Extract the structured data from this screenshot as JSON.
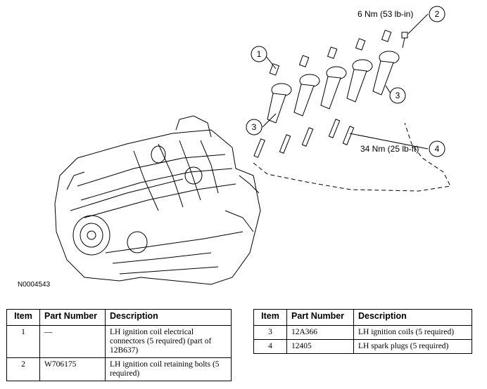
{
  "figure": {
    "id": "N0004543",
    "callouts": [
      {
        "number": "1",
        "label": ""
      },
      {
        "number": "2",
        "label": "6 Nm (53 lb-in)"
      },
      {
        "number": "3",
        "label": ""
      },
      {
        "number": "3",
        "label": ""
      },
      {
        "number": "4",
        "label": "34 Nm (25 lb-ft)"
      }
    ]
  },
  "tables": {
    "headers": [
      "Item",
      "Part Number",
      "Description"
    ],
    "left_rows": [
      {
        "item": "1",
        "part": "—",
        "desc": "LH ignition coil electrical connectors (5 required) (part of 12B637)"
      },
      {
        "item": "2",
        "part": "W706175",
        "desc": "LH ignition coil retaining bolts (5 required)"
      }
    ],
    "right_rows": [
      {
        "item": "3",
        "part": "12A366",
        "desc": "LH ignition coils (5 required)"
      },
      {
        "item": "4",
        "part": "12405",
        "desc": "LH spark plugs (5 required)"
      }
    ]
  }
}
